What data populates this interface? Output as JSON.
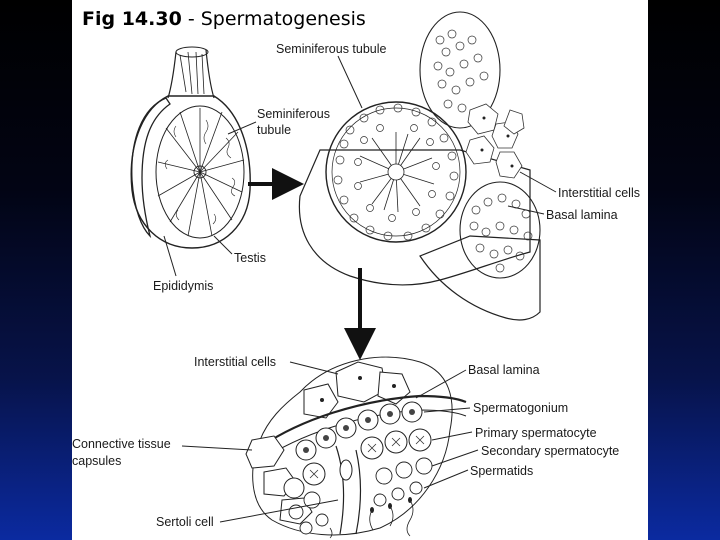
{
  "title": {
    "figure": "Fig 14.30",
    "separator": " - ",
    "topic": "Spermatogenesis"
  },
  "labels": {
    "seminiferous_tubule_top": "Seminiferous tubule",
    "seminiferous_tubule_side_1": "Seminiferous",
    "seminiferous_tubule_side_2": "tubule",
    "testis": "Testis",
    "epididymis": "Epididymis",
    "interstitial_cells_right": "Interstitial cells",
    "basal_lamina_right": "Basal lamina",
    "interstitial_cells_bottom": "Interstitial cells",
    "basal_lamina_bottom": "Basal lamina",
    "spermatogonium": "Spermatogonium",
    "primary_spermatocyte": "Primary spermatocyte",
    "secondary_spermatocyte": "Secondary spermatocyte",
    "spermatids": "Spermatids",
    "connective_tissue_1": "Connective tissue",
    "connective_tissue_2": "capsules",
    "sertoli_cell": "Sertoli cell"
  },
  "colors": {
    "background_top": "#000000",
    "background_bottom": "#0b2aa0",
    "panel": "#ffffff",
    "ink": "#222222"
  }
}
